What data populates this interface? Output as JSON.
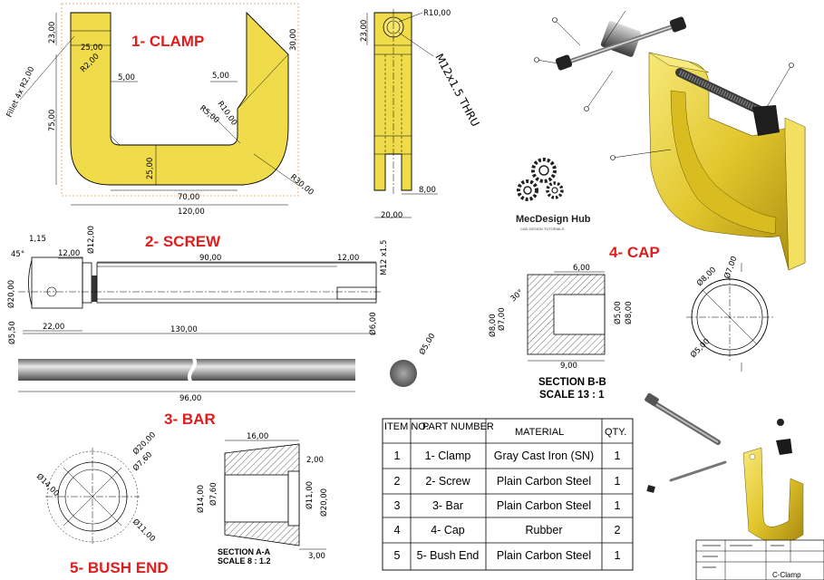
{
  "titles": {
    "clamp": "1- CLAMP",
    "screw": "2- SCREW",
    "bar": "3- BAR",
    "cap": "4- CAP",
    "bush": "5- BUSH END"
  },
  "logo": {
    "name": "MecDesign Hub",
    "tagline": "CAD DESIGN TUTORIALS"
  },
  "clamp_dims": {
    "d23": "23,00",
    "d25": "25,00",
    "r2": "R2,00",
    "d5a": "5,00",
    "d5b": "5,00",
    "d30": "30,00",
    "fillet": "Fillet 4x R2,00",
    "d75": "75,00",
    "r5": "R5,00",
    "r10": "R10,00",
    "d25b": "25,00",
    "d70": "70,00",
    "r30": "R30,00",
    "d120": "120,00"
  },
  "side_dims": {
    "d23": "23,00",
    "r10": "R10,00",
    "thread": "M12x1.5 THRU",
    "d8": "8,00",
    "d20": "20,00"
  },
  "screw_dims": {
    "d115": "1,15",
    "a45": "45°",
    "d12a": "12,00",
    "d12b": "Ø12,00",
    "d90": "90,00",
    "d12c": "12,00",
    "m12": "M12 x1.5",
    "d20": "Ø20,00",
    "d550": "Ø5,50",
    "d22": "22,00",
    "d130": "130,00",
    "d6": "Ø6,00"
  },
  "bar_dims": {
    "d96": "96,00",
    "d5": "Ø5,00"
  },
  "cap_dims": {
    "d6": "6,00",
    "a30": "30°",
    "d8a": "Ø8,00",
    "d7": "Ø7,00",
    "d5": "Ø5,00",
    "d8b": "Ø8,00",
    "d9": "9,00",
    "c7": "Ø7,00",
    "c8": "Ø8,00",
    "c5": "Ø5,00",
    "section": "SECTION B-B",
    "scale": "SCALE 13 : 1"
  },
  "bush_dims": {
    "d14": "Ø14,00",
    "d20": "Ø20,00",
    "d76": "Ø7,60",
    "d11": "Ø11,00",
    "d16": "16,00",
    "d2": "2,00",
    "s14": "Ø14,00",
    "s76": "Ø7,60",
    "s11": "Ø11,00",
    "s20": "Ø20,00",
    "d3": "3,00",
    "section": "SECTION A-A",
    "scale": "SCALE 8 : 1.2"
  },
  "bom": {
    "headers": [
      "ITEM NO.",
      "PART NUMBER",
      "MATERIAL",
      "QTY."
    ],
    "rows": [
      {
        "item": "1",
        "part": "1- Clamp",
        "material": "Gray Cast Iron (SN)",
        "qty": "1"
      },
      {
        "item": "2",
        "part": "2- Screw",
        "material": "Plain Carbon Steel",
        "qty": "1"
      },
      {
        "item": "3",
        "part": "3- Bar",
        "material": "Plain Carbon Steel",
        "qty": "1"
      },
      {
        "item": "4",
        "part": "4- Cap",
        "material": "Rubber",
        "qty": "2"
      },
      {
        "item": "5",
        "part": "5- Bush End",
        "material": "Plain Carbon Steel",
        "qty": "1"
      }
    ]
  },
  "titleblock": {
    "name": "C-Clamp"
  },
  "colors": {
    "yellow": "#f0dc4a",
    "red": "#e21c1c"
  }
}
